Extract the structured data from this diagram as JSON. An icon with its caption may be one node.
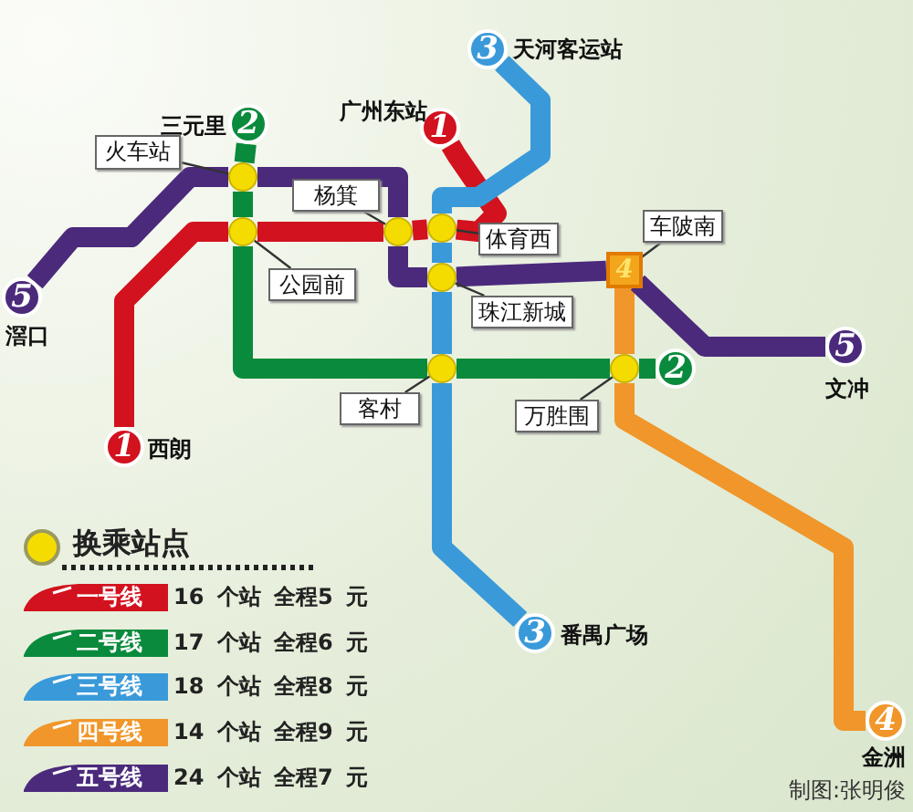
{
  "diagram": {
    "nodes": [
      {
        "text": [
          "5"
        ],
        "beside": [
          "滘口"
        ]
      },
      {
        "text": [
          "2"
        ],
        "beside": [
          "三元里"
        ]
      },
      {
        "text": [
          "1"
        ],
        "beside": [
          "广州东站"
        ]
      },
      {
        "text": [
          "3"
        ],
        "beside": [
          "天河客运站"
        ]
      },
      {
        "text": [
          "1"
        ],
        "beside": [
          "西朗"
        ]
      },
      {
        "text": [
          "5"
        ],
        "beside": [
          "文冲"
        ]
      },
      {
        "text": [
          "2"
        ]
      },
      {
        "text": [
          "3"
        ],
        "beside": [
          "番禺广场"
        ]
      },
      {
        "text": [
          "4"
        ],
        "beside": [
          "金洲"
        ]
      },
      {
        "text": [],
        "shape": "circle"
      },
      {
        "text": [],
        "shape": "circle"
      },
      {
        "text": [],
        "shape": "circle"
      },
      {
        "text": [],
        "shape": "circle"
      },
      {
        "text": [],
        "shape": "circle"
      },
      {
        "text": [],
        "shape": "circle"
      },
      {
        "text": [
          "4"
        ]
      },
      {
        "text": [],
        "shape": "circle"
      },
      {
        "text": [
          "火车站"
        ]
      },
      {
        "text": [
          "杨箕"
        ]
      },
      {
        "text": [
          "体育西"
        ]
      },
      {
        "text": [
          "珠江新城"
        ]
      },
      {
        "text": [
          "公园前"
        ]
      },
      {
        "text": [
          "客村"
        ]
      },
      {
        "text": [
          "车陂南"
        ]
      },
      {
        "text": [
          "万胜围"
        ]
      }
    ],
    "edges": [
      {
        "from": 4,
        "to": 10,
        "arrow": "none",
        "color": "#d2121e"
      },
      {
        "from": 10,
        "to": 11,
        "arrow": "none",
        "color": "#d2121e"
      },
      {
        "from": 11,
        "to": 12,
        "arrow": "none",
        "color": "#d2121e"
      },
      {
        "from": 12,
        "to": 2,
        "arrow": "none",
        "color": "#d2121e"
      },
      {
        "from": 1,
        "to": 9,
        "arrow": "none",
        "color": "#0a8a3c"
      },
      {
        "from": 9,
        "to": 10,
        "arrow": "none",
        "color": "#0a8a3c"
      },
      {
        "from": 10,
        "to": 14,
        "arrow": "none",
        "color": "#0a8a3c"
      },
      {
        "from": 14,
        "to": 16,
        "arrow": "none",
        "color": "#0a8a3c"
      },
      {
        "from": 16,
        "to": 6,
        "arrow": "none",
        "color": "#0a8a3c"
      },
      {
        "from": 3,
        "to": 12,
        "arrow": "none",
        "color": "#3a9ad9"
      },
      {
        "from": 12,
        "to": 13,
        "arrow": "none",
        "color": "#3a9ad9"
      },
      {
        "from": 13,
        "to": 14,
        "arrow": "none",
        "color": "#3a9ad9"
      },
      {
        "from": 14,
        "to": 7,
        "arrow": "none",
        "color": "#3a9ad9"
      },
      {
        "from": 15,
        "to": 16,
        "arrow": "none",
        "color": "#f0962a"
      },
      {
        "from": 16,
        "to": 8,
        "arrow": "none",
        "color": "#f0962a"
      },
      {
        "from": 0,
        "to": 9,
        "arrow": "none",
        "color": "#4b2a7c"
      },
      {
        "from": 9,
        "to": 11,
        "arrow": "none",
        "color": "#4b2a7c"
      },
      {
        "from": 11,
        "to": 13,
        "arrow": "none",
        "color": "#4b2a7c"
      },
      {
        "from": 13,
        "to": 15,
        "arrow": "none",
        "color": "#4b2a7c"
      },
      {
        "from": 15,
        "to": 5,
        "arrow": "none",
        "color": "#4b2a7c"
      },
      {
        "from": 17,
        "to": 9,
        "arrow": "none"
      },
      {
        "from": 18,
        "to": 11,
        "arrow": "none"
      },
      {
        "from": 19,
        "to": 12,
        "arrow": "none"
      },
      {
        "from": 20,
        "to": 13,
        "arrow": "none"
      },
      {
        "from": 21,
        "to": 10,
        "arrow": "none"
      },
      {
        "from": 22,
        "to": 14,
        "arrow": "none"
      },
      {
        "from": 23,
        "to": 15,
        "arrow": "none"
      },
      {
        "from": 24,
        "to": 16,
        "arrow": "none"
      }
    ],
    "labels": [
      "一号线",
      "二号线",
      "三号线",
      "四号线",
      "五号线",
      "制图:张明俊"
    ],
    "legend": [
      {
        "text": "换乘站点",
        "color": "#f5dc00"
      },
      {
        "text": "16 个站 全程5 元",
        "color": "#d2121e"
      },
      {
        "text": "17 个站 全程6 元",
        "color": "#0a8a3c"
      },
      {
        "text": "18 个站 全程8 元",
        "color": "#3a9ad9"
      },
      {
        "text": "14 个站 全程9 元",
        "color": "#f0962a"
      },
      {
        "text": "24 个站 全程7 元",
        "color": "#4b2a7c"
      }
    ]
  }
}
